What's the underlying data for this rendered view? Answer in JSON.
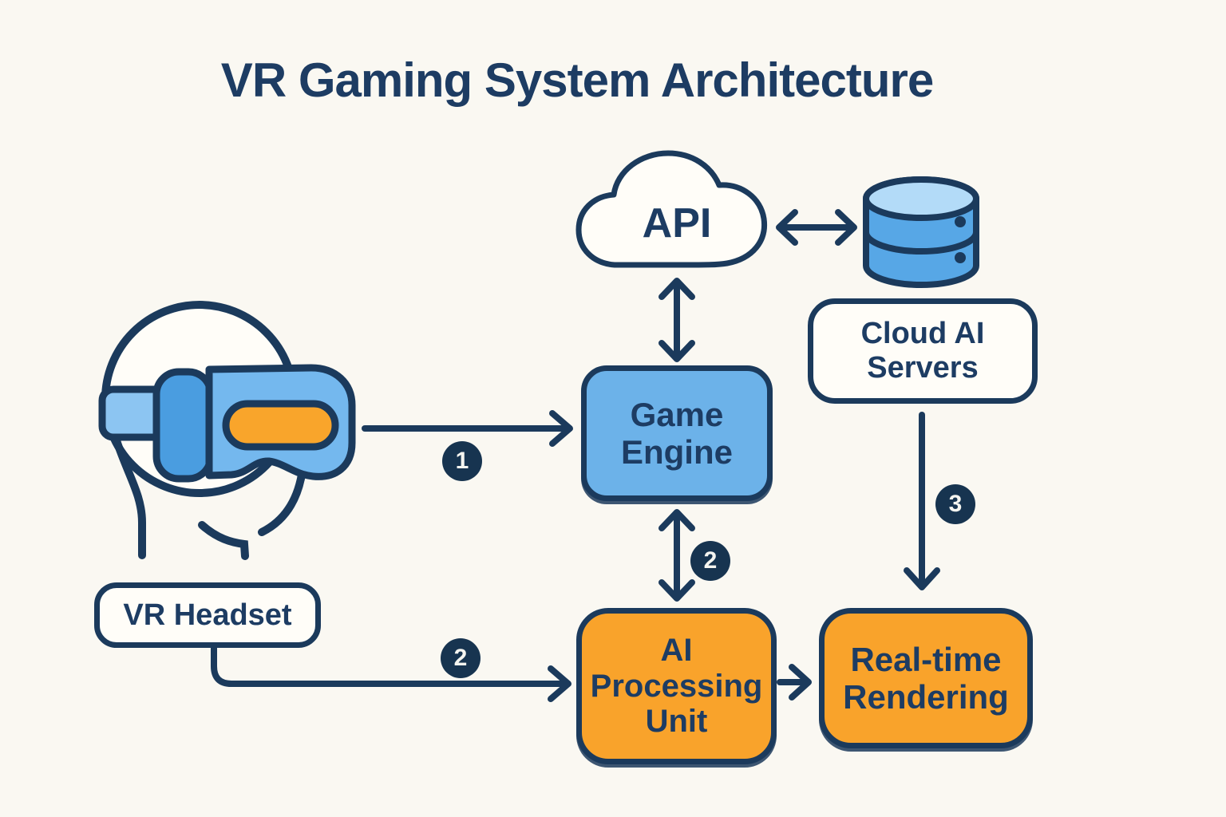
{
  "title": "VR Gaming System Architecture",
  "colors": {
    "background": "#faf8f2",
    "navy_stroke": "#1b3a5c",
    "text_navy": "#1d3c63",
    "box_blue": "#6cb2e9",
    "box_orange": "#f9a32b",
    "box_white": "#fffdf8",
    "db_body_blue": "#57a7e6",
    "db_top_blue": "#b3dbf8",
    "headset_body_blue": "#74b8ee",
    "headset_side_blue": "#4a9de0",
    "headset_strap_blue": "#8cc5f2",
    "visor_orange": "#f9a52b",
    "badge_navy": "#173450"
  },
  "nodes": {
    "api": {
      "label": "API"
    },
    "cloud_ai_servers": {
      "line1": "Cloud AI",
      "line2": "Servers"
    },
    "game_engine": {
      "line1": "Game",
      "line2": "Engine"
    },
    "ai_processing_unit": {
      "line1": "AI",
      "line2": "Processing",
      "line3": "Unit"
    },
    "realtime_rendering": {
      "line1": "Real-time",
      "line2": "Rendering"
    },
    "vr_headset": {
      "label": "VR Headset"
    }
  },
  "badges": {
    "step1": "1",
    "step2_mid": "2",
    "step2_bottom": "2",
    "step3": "3"
  },
  "icons": {
    "cloud": "cloud-outline",
    "database": "database-cylinder",
    "headset": "person-wearing-vr-headset"
  },
  "connections": [
    {
      "from": "VR Headset",
      "to": "Game Engine",
      "step": "1",
      "direction": "one-way"
    },
    {
      "from": "API",
      "to": "Game Engine",
      "direction": "two-way"
    },
    {
      "from": "API",
      "to": "Cloud AI Servers database",
      "direction": "two-way"
    },
    {
      "from": "Game Engine",
      "to": "AI Processing Unit",
      "step": "2",
      "direction": "two-way"
    },
    {
      "from": "VR Headset",
      "to": "AI Processing Unit",
      "step": "2",
      "direction": "one-way"
    },
    {
      "from": "Cloud AI Servers",
      "to": "Real-time Rendering",
      "step": "3",
      "direction": "one-way"
    },
    {
      "from": "AI Processing Unit",
      "to": "Real-time Rendering",
      "direction": "one-way"
    }
  ]
}
